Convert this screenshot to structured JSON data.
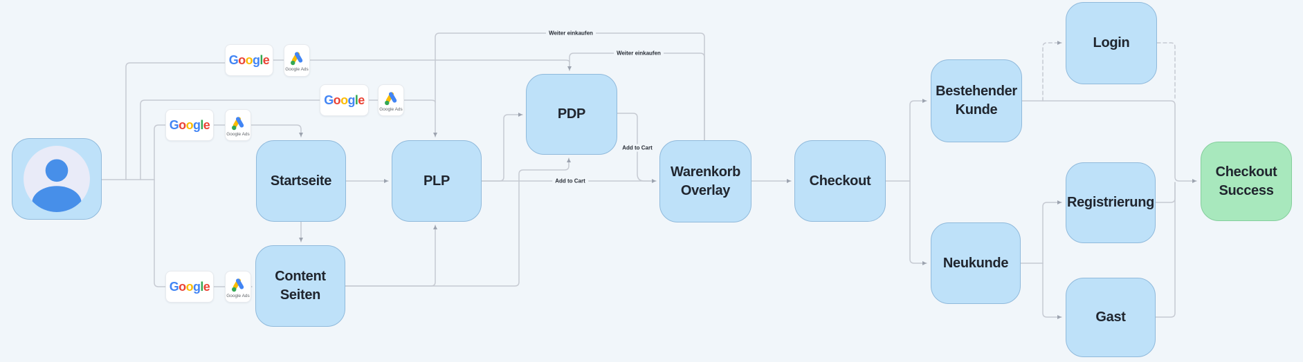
{
  "diagram": {
    "type": "flowchart",
    "nodes": {
      "user": {
        "label": "",
        "kind": "avatar"
      },
      "startseite": {
        "label": "Startseite"
      },
      "content_seiten": {
        "label": "Content Seiten"
      },
      "plp": {
        "label": "PLP"
      },
      "pdp": {
        "label": "PDP"
      },
      "warenkorb_overlay": {
        "label": "Warenkorb Overlay"
      },
      "checkout": {
        "label": "Checkout"
      },
      "bestehender_kunde": {
        "label": "Bestehender Kunde"
      },
      "neukunde": {
        "label": "Neukunde"
      },
      "login": {
        "label": "Login"
      },
      "registrierung": {
        "label": "Registrierung"
      },
      "gast": {
        "label": "Gast"
      },
      "checkout_success": {
        "label": "Checkout Success"
      }
    },
    "edge_labels": {
      "weiter_einkaufen_plp": "Weiter einkaufen",
      "weiter_einkaufen_pdp": "Weiter einkaufen",
      "add_to_cart_plp": "Add to Cart",
      "add_to_cart_pdp": "Add to Cart"
    },
    "edges": [
      {
        "from": "user",
        "to": "google_ads_1"
      },
      {
        "from": "user",
        "to": "google_ads_2"
      },
      {
        "from": "user",
        "to": "google_ads_3"
      },
      {
        "from": "user",
        "to": "google_ads_4"
      },
      {
        "from": "google_ads_1",
        "to": "pdp"
      },
      {
        "from": "google_ads_2",
        "to": "plp"
      },
      {
        "from": "google_ads_3",
        "to": "startseite"
      },
      {
        "from": "google_ads_4",
        "to": "content_seiten"
      },
      {
        "from": "startseite",
        "to": "plp"
      },
      {
        "from": "startseite",
        "to": "content_seiten"
      },
      {
        "from": "content_seiten",
        "to": "plp"
      },
      {
        "from": "content_seiten",
        "to": "pdp"
      },
      {
        "from": "plp",
        "to": "pdp"
      },
      {
        "from": "plp",
        "to": "warenkorb_overlay",
        "label": "Add to Cart"
      },
      {
        "from": "pdp",
        "to": "warenkorb_overlay",
        "label": "Add to Cart"
      },
      {
        "from": "warenkorb_overlay",
        "to": "plp",
        "label": "Weiter einkaufen"
      },
      {
        "from": "warenkorb_overlay",
        "to": "pdp",
        "label": "Weiter einkaufen"
      },
      {
        "from": "warenkorb_overlay",
        "to": "checkout"
      },
      {
        "from": "checkout",
        "to": "bestehender_kunde"
      },
      {
        "from": "checkout",
        "to": "neukunde"
      },
      {
        "from": "bestehender_kunde",
        "to": "login",
        "style": "dashed"
      },
      {
        "from": "bestehender_kunde",
        "to": "checkout_success"
      },
      {
        "from": "login",
        "to": "checkout_success",
        "style": "dashed"
      },
      {
        "from": "neukunde",
        "to": "registrierung"
      },
      {
        "from": "neukunde",
        "to": "gast"
      },
      {
        "from": "registrierung",
        "to": "checkout_success"
      },
      {
        "from": "gast",
        "to": "checkout_success"
      }
    ],
    "google": {
      "brand": "Google",
      "ads_label": "Google Ads",
      "letter_colors": [
        "#4285F4",
        "#EA4335",
        "#FBBC05",
        "#4285F4",
        "#34A853",
        "#EA4335"
      ],
      "ads_icon_colors": {
        "yellow": "#FBBC05",
        "blue": "#4285F4",
        "green": "#34A853"
      }
    },
    "colors": {
      "background": "#F1F6FA",
      "node_fill": "#BEE1F9",
      "node_border": "#8FB9DB",
      "success_fill": "#A8E8BD",
      "success_border": "#84CE9C",
      "connector": "#C6CAD2",
      "arrow": "#9CA3AF",
      "text": "#20252E",
      "avatar_blue": "#478FE9",
      "avatar_circle": "#E9EBF8"
    }
  }
}
